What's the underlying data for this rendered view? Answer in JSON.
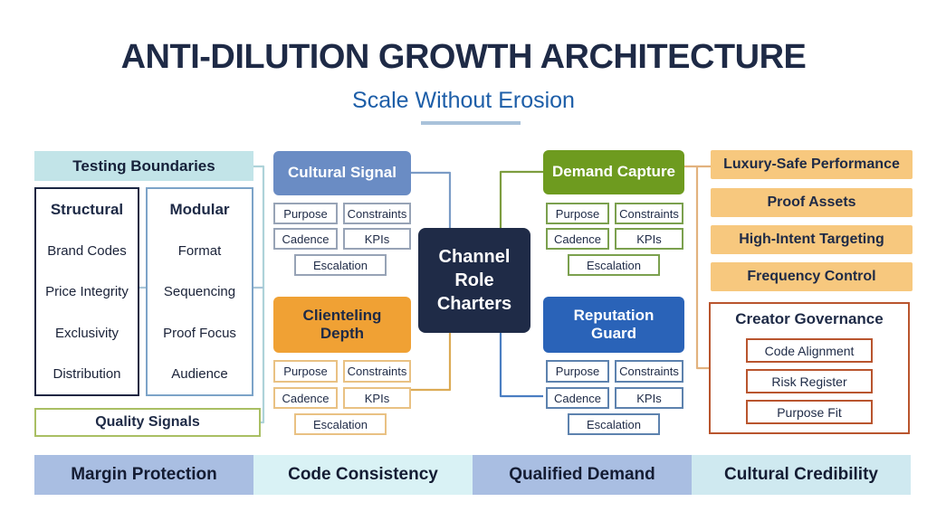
{
  "title": "ANTI-DILUTION GROWTH ARCHITECTURE",
  "subtitle": "Scale Without Erosion",
  "left_panel": {
    "header": "Testing Boundaries",
    "structural": {
      "title": "Structural",
      "items": [
        "Brand Codes",
        "Price Integrity",
        "Exclusivity",
        "Distribution"
      ]
    },
    "modular": {
      "title": "Modular",
      "items": [
        "Format",
        "Sequencing",
        "Proof Focus",
        "Audience"
      ]
    },
    "footer": "Quality Signals"
  },
  "center_hub": {
    "title": "Channel Role Charters",
    "fill": "#1f2b47"
  },
  "charters": [
    {
      "title": "Cultural Signal",
      "fill": "#6a8cc4",
      "fields": [
        "Purpose",
        "Constraints",
        "Cadence",
        "KPIs",
        "Escalation"
      ]
    },
    {
      "title": "Clienteling Depth",
      "fill": "#f0a134",
      "fields": [
        "Purpose",
        "Constraints",
        "Cadence",
        "KPIs",
        "Escalation"
      ]
    },
    {
      "title": "Demand Capture",
      "fill": "#6e9b1f",
      "fields": [
        "Purpose",
        "Constraints",
        "Cadence",
        "KPIs",
        "Escalation"
      ]
    },
    {
      "title": "Reputation Guard",
      "fill": "#2a63b8",
      "fields": [
        "Purpose",
        "Constraints",
        "Cadence",
        "KPIs",
        "Escalation"
      ]
    }
  ],
  "right_panel": {
    "bars": [
      "Luxury-Safe Performance",
      "Proof Assets",
      "High-Intent Targeting",
      "Frequency Control"
    ],
    "bar_fill": "#f7c87e",
    "governance": {
      "title": "Creator Governance",
      "items": [
        "Code Alignment",
        "Risk Register",
        "Purpose Fit"
      ],
      "border": "#b9552e"
    }
  },
  "footer_bands": [
    {
      "label": "Margin Protection",
      "fill": "#a9bee2"
    },
    {
      "label": "Code Consistency",
      "fill": "#d9f2f5"
    },
    {
      "label": "Qualified Demand",
      "fill": "#a9bee2"
    },
    {
      "label": "Cultural Credibility",
      "fill": "#cfe9f0"
    }
  ],
  "colors": {
    "title_navy": "#1e2a46",
    "subtitle_blue": "#1d5ea8",
    "testing_boundaries_bg": "#c2e4e8",
    "quality_signals_border": "#a9bf63",
    "governance_border": "#b9552e"
  }
}
